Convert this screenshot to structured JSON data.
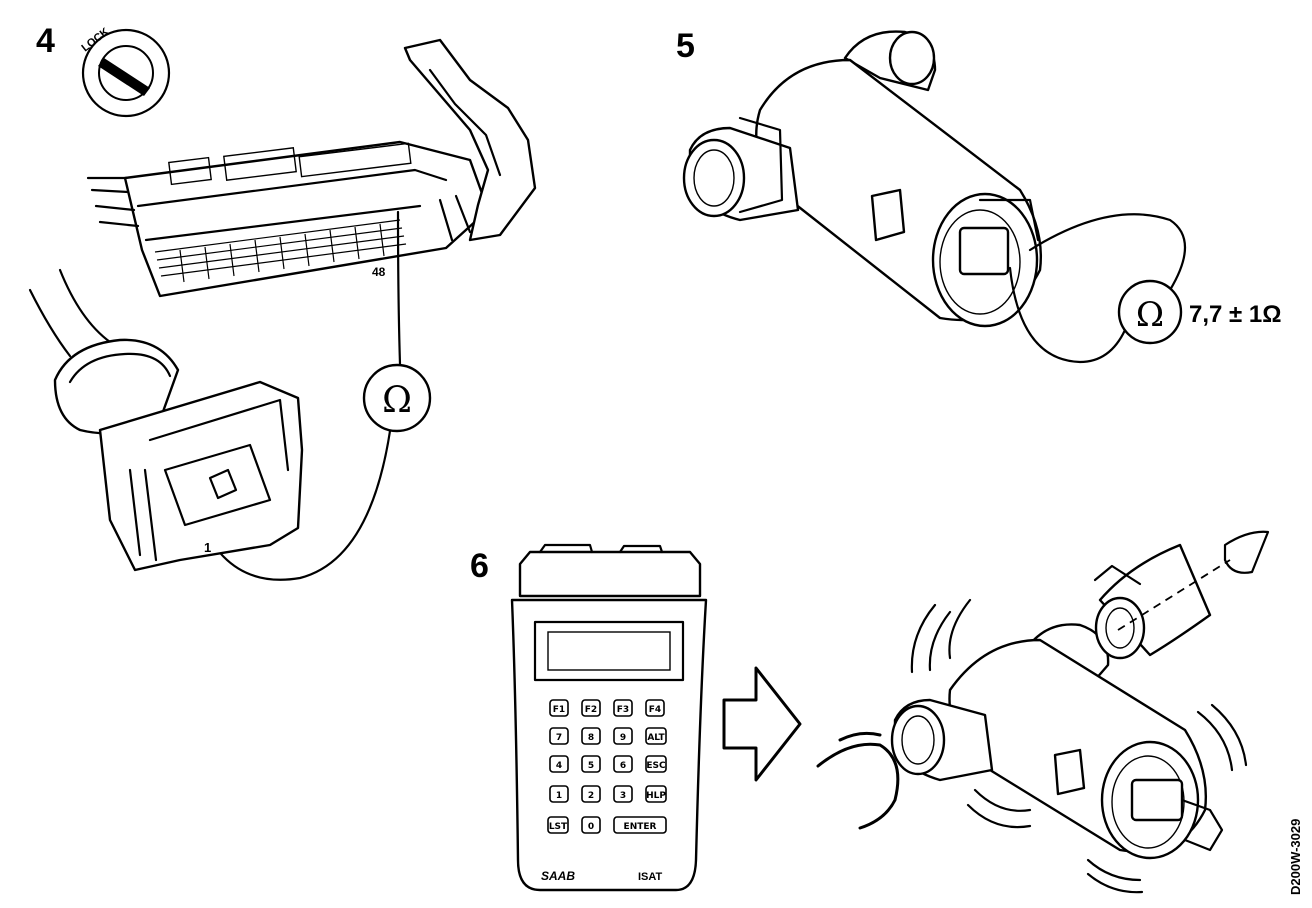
{
  "steps": {
    "step4": "4",
    "step5": "5",
    "step6": "6"
  },
  "panel4": {
    "lock_label": "LOCK",
    "pin_48": "48",
    "pin_1": "1",
    "ohm_symbol": "Ω"
  },
  "panel5": {
    "ohm_symbol": "Ω",
    "resistance_spec": "7,7 ± 1Ω"
  },
  "panel6": {
    "tester_brand": "SAAB",
    "tester_model": "ISAT",
    "keys_row1": [
      "F1",
      "F2",
      "F3",
      "F4"
    ],
    "keys_row2": [
      "7",
      "8",
      "9",
      "ALT"
    ],
    "keys_row3": [
      "4",
      "5",
      "6",
      "ESC"
    ],
    "keys_row4": [
      "1",
      "2",
      "3",
      "HLP"
    ],
    "key_left": "LST",
    "key_zero": "0",
    "key_enter": "ENTER"
  },
  "figure_code": "D200W-3029"
}
